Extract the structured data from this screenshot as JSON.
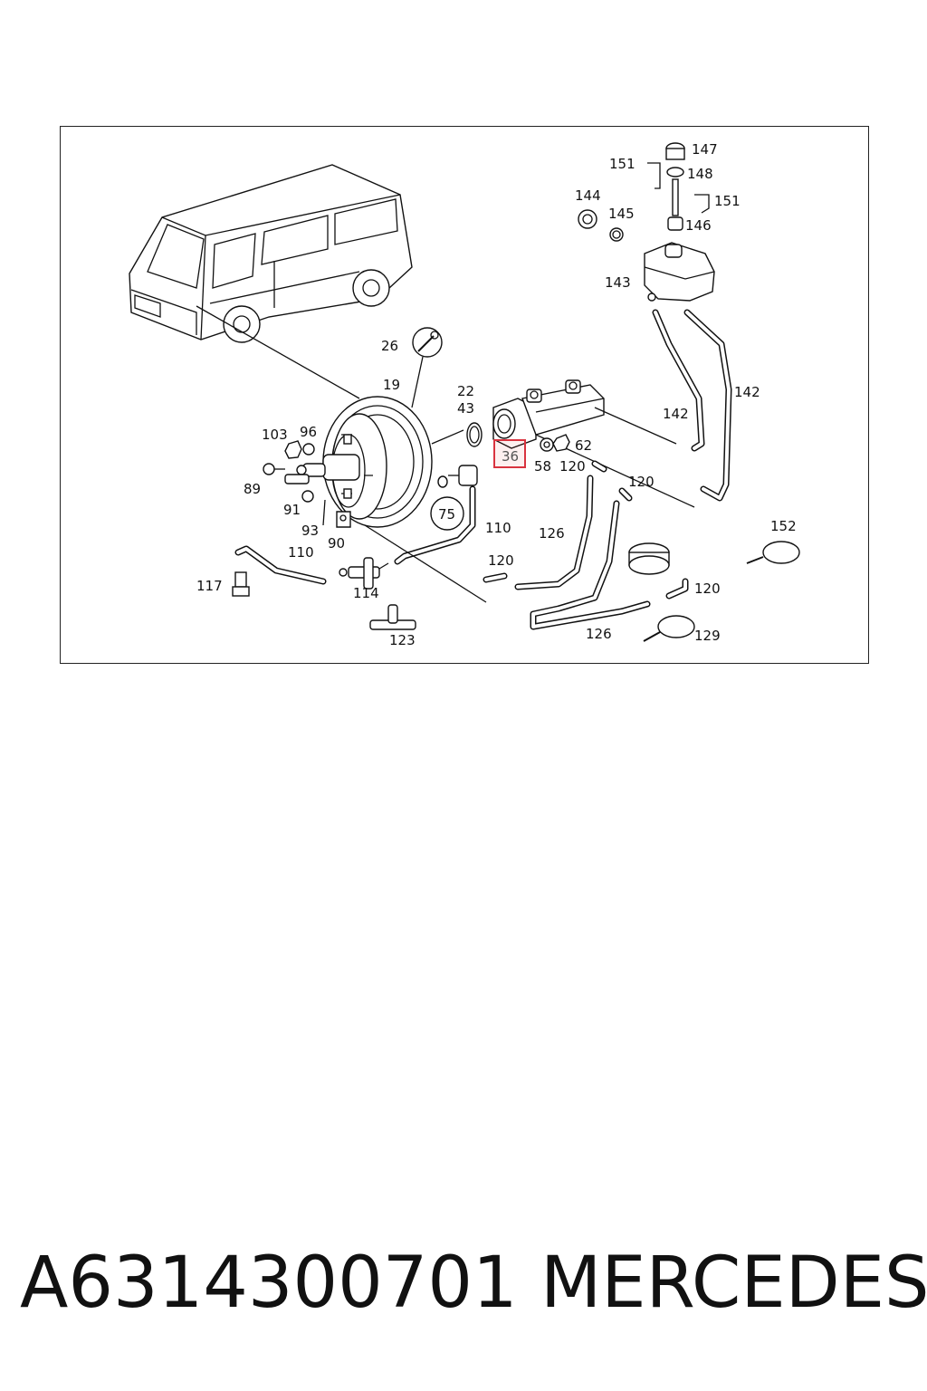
{
  "footer": {
    "part_number": "A6314300701",
    "brand": "MERCEDES"
  },
  "highlight": {
    "label": "36",
    "color": "#d9333f"
  },
  "callouts": {
    "c147": "147",
    "c151a": "151",
    "c148": "148",
    "c144": "144",
    "c145": "145",
    "c151b": "151",
    "c146": "146",
    "c143": "143",
    "c26": "26",
    "c19": "19",
    "c22": "22",
    "c43": "43",
    "c142a": "142",
    "c142b": "142",
    "c103": "103",
    "c96": "96",
    "c62": "62",
    "c58": "58",
    "c120a": "120",
    "c120b": "120",
    "c89": "89",
    "c91": "91",
    "c75": "75",
    "c93": "93",
    "c90": "90",
    "c110a": "110",
    "c110b": "110",
    "c126a": "126",
    "c152": "152",
    "c117": "117",
    "c120c": "120",
    "c114": "114",
    "c120d": "120",
    "c126b": "126",
    "c129": "129",
    "c123": "123"
  }
}
